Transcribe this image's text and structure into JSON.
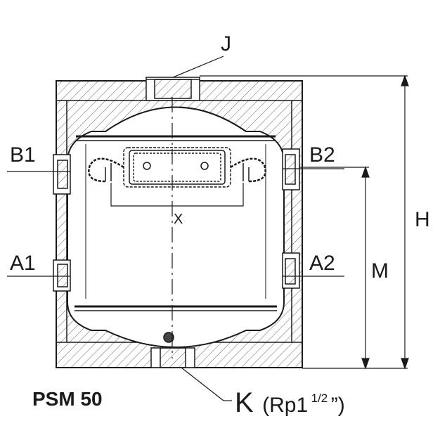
{
  "model": "PSM 50",
  "labels": {
    "J": "J",
    "B1": "B1",
    "B2": "B2",
    "A1": "A1",
    "A2": "A2",
    "X": "X",
    "H": "H",
    "M": "M",
    "K_letter": "K",
    "K_thread_open": "(Rp1",
    "K_thread_sup": "1/2",
    "K_thread_close": "”)"
  },
  "colors": {
    "line": "#1a1a1a",
    "hatch": "#555555"
  }
}
